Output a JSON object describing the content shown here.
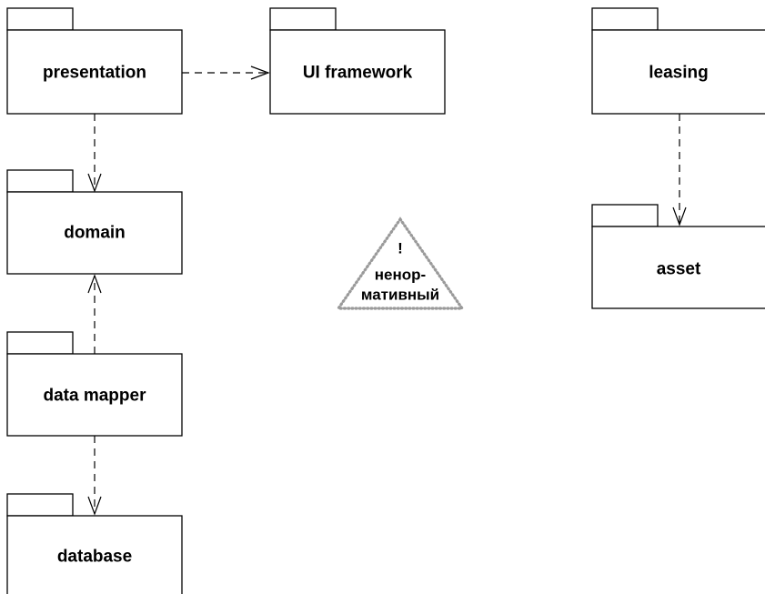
{
  "packages": {
    "presentation": "presentation",
    "ui_framework": "UI framework",
    "leasing": "leasing",
    "domain": "domain",
    "asset": "asset",
    "data_mapper": "data mapper",
    "database": "database"
  },
  "note": {
    "exclamation": "!",
    "line1": "ненор-",
    "line2": "мативный"
  },
  "colors": {
    "stroke": "#000000",
    "note_stroke": "#9a9a9a"
  }
}
